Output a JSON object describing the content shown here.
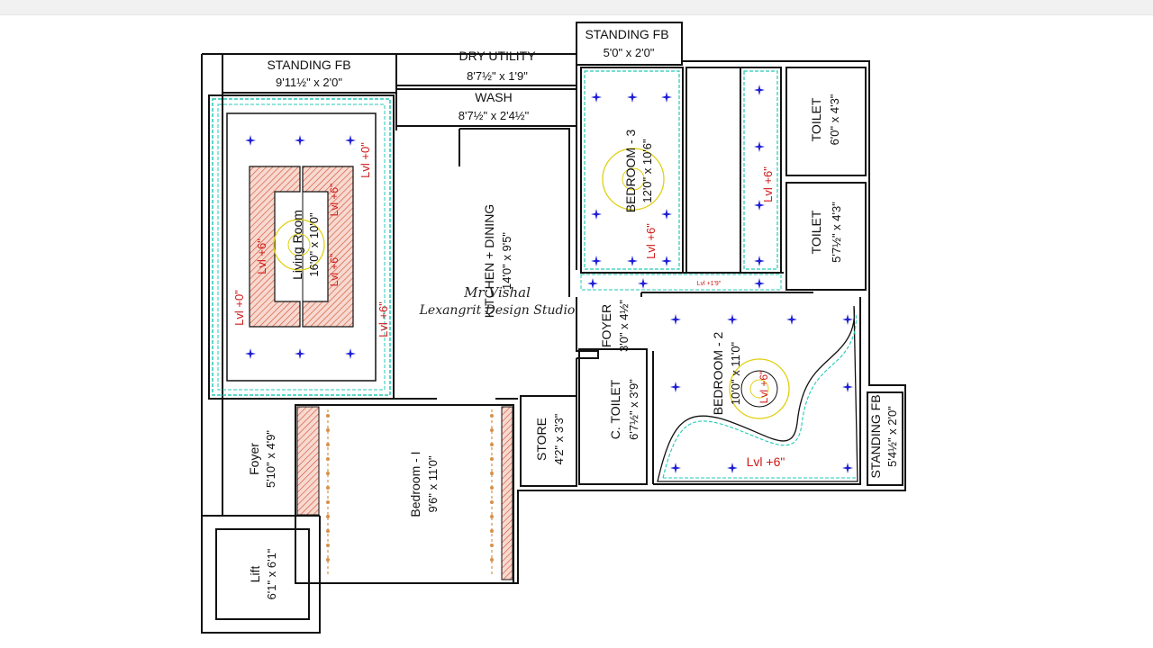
{
  "colors": {
    "wall": "#111111",
    "ceiling_edge": "#23c9b8",
    "hatch": "#d24a2a",
    "light": "#1f1fd6",
    "level_text": "#d01818",
    "fan": "#e0d010"
  },
  "rooms": {
    "standing_fb_top": {
      "name": "STANDING FB",
      "dim": "9'11½\" x 2'0\""
    },
    "dry_utility": {
      "name": "DRY UTILITY",
      "dim": "8'7½\" x 1'9\""
    },
    "wash": {
      "name": "WASH",
      "dim": "8'7½\" x 2'4½\""
    },
    "standing_fb_top2": {
      "name": "STANDING FB",
      "dim": "5'0\" x 2'0\""
    },
    "bedroom3": {
      "name": "BEDROOM - 3",
      "dim": "12'0\" x 10'6\""
    },
    "toilet1": {
      "name": "TOILET",
      "dim": "6'0\" x 4'3\""
    },
    "toilet2": {
      "name": "TOILET",
      "dim": "5'7½\" x 4'3\""
    },
    "living": {
      "name": "Living Room",
      "dim": "16'0\" x 10'0\""
    },
    "kitchen": {
      "name": "KITCHEN + DINING",
      "dim": "14'0\" x 9'5\""
    },
    "foyer_right": {
      "name": "FOYER",
      "dim": "3'0\" x 4½\""
    },
    "bedroom2": {
      "name": "BEDROOM - 2",
      "dim": "10'0\" x 11'0\""
    },
    "c_toilet": {
      "name": "C. TOILET",
      "dim": "6'7½\" x 3'9\""
    },
    "store": {
      "name": "STORE",
      "dim": "4'2\" x 3'3\""
    },
    "standing_fb_right": {
      "name": "STANDING FB",
      "dim": "5'4½\" x 2'0\""
    },
    "foyer_left": {
      "name": "Foyer",
      "dim": "5'10\" x 4'9\""
    },
    "bedroom1": {
      "name": "Bedroom - I",
      "dim": "9'6\" x 11'0\""
    },
    "lift": {
      "name": "Lift",
      "dim": "6'1\" x 6'1\""
    }
  },
  "levels": {
    "living_top_right": "Lvl +0\"",
    "living_left": "Lvl +0\"",
    "living_right": "Lvl +6\"",
    "living_inner_left": "Lvl +6\"",
    "living_inner_right_top": "Lvl +6\"",
    "living_inner_right_bottom": "Lvl +6\"",
    "bedroom3_a": "Lvl +6\"",
    "bedroom3_b": "Lvl +6\"",
    "bedroom3_strip": "Lvl +1'9\"",
    "bedroom2": "Lvl +6\"",
    "bedroom2_fan": "Lvl +6\""
  },
  "watermark": {
    "line1": "Mr Vishal",
    "line2": "Lexangrit Design Studio"
  }
}
